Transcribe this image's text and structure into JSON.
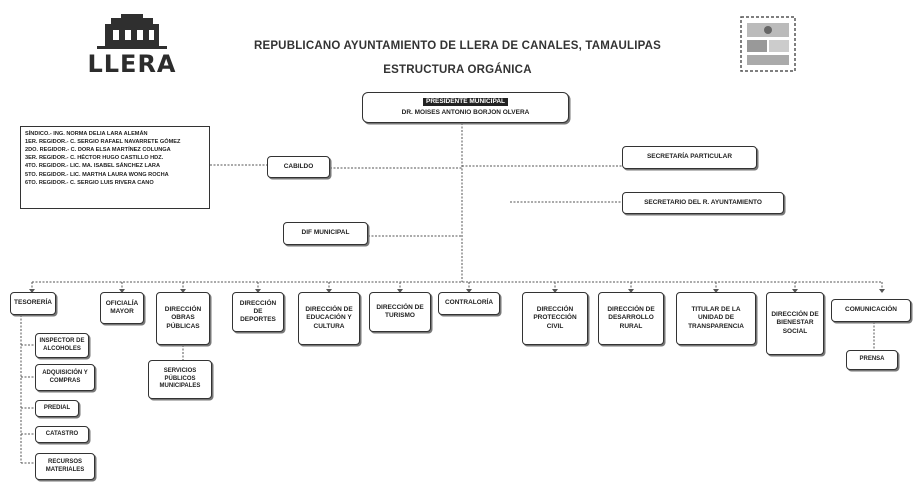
{
  "header": {
    "logo_text": "LLERA",
    "title": "REPUBLICANO AYUNTAMIENTO DE LLERA DE CANALES, TAMAULIPAS",
    "subtitle": "ESTRUCTURA ORGÁNICA"
  },
  "president": {
    "title": "PRESIDENTE MUNICIPAL",
    "name": "DR. MOISES ANTONIO BORJON OLVERA"
  },
  "council": [
    "SÍNDICO.- ING. NORMA DELIA LARA ALEMÁN",
    "1ER. REGIDOR.- C. SERGIO RAFAEL NAVARRETE GÓMEZ",
    "2DO. REGIDOR.- C. DORA ELSA MARTÍNEZ COLUNGA",
    "3ER. REGIDOR.- C. HÉCTOR HUGO CASTILLO HDZ.",
    "4TO. REGIDOR.- LIC. MA. ISABEL SÁNCHEZ LARA",
    "5TO. REGIDOR.- LIC. MARTHA LAURA WONG ROCHA",
    "6TO. REGIDOR.- C. SERGIO LUIS RIVERA CANO"
  ],
  "boxes": {
    "cabildo": "CABILDO",
    "dif": "DIF MUNICIPAL",
    "secretaria_particular": "SECRETARÍA PARTICULAR",
    "secretario_ayuntamiento": "SECRETARIO DEL R. AYUNTAMIENTO"
  },
  "departments": [
    "TESORERÍA",
    "OFICIALÍA MAYOR",
    "DIRECCIÓN OBRAS PÚBLICAS",
    "DIRECCIÓN DE DEPORTES",
    "DIRECCIÓN DE EDUCACIÓN Y CULTURA",
    "DIRECCIÓN DE TURISMO",
    "CONTRALORÍA",
    "DIRECCIÓN PROTECCIÓN CIVIL",
    "DIRECCIÓN DE DESARROLLO RURAL",
    "TITULAR DE LA UNIDAD DE TRANSPARENCIA",
    "DIRECCIÓN DE BIENESTAR SOCIAL",
    "COMUNICACIÓN"
  ],
  "tesoreria_children": [
    "INSPECTOR DE ALCOHOLES",
    "ADQUISICIÓN Y COMPRAS",
    "PREDIAL",
    "CATASTRO",
    "RECURSOS MATERIALES"
  ],
  "obras_children": [
    "SERVICIOS PÚBLICOS MUNICIPALES"
  ],
  "comunicacion_children": [
    "PRENSA"
  ]
}
